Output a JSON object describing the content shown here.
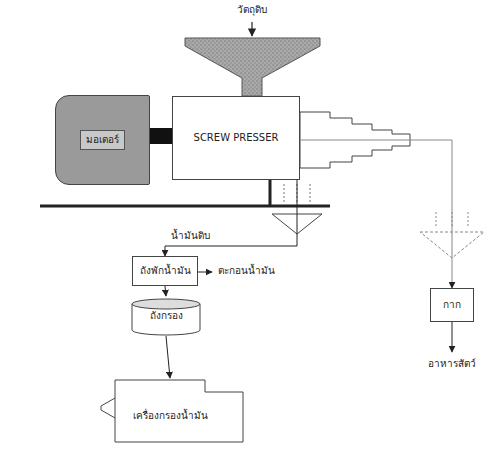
{
  "diagram": {
    "nodes": [
      {
        "text": [
          "มอเตอร์"
        ]
      },
      {
        "text": [
          "SCREW PRESSER"
        ]
      },
      {
        "text": [
          "ถังพักน้ำมัน"
        ]
      },
      {
        "text": [
          "ถังกรอง"
        ]
      },
      {
        "text": [
          "เครื่องกรองน้ำมัน"
        ]
      },
      {
        "text": [
          "กาก"
        ]
      }
    ],
    "edges": [
      {
        "from": 1,
        "to": 2,
        "label": "น้ำมันดิบ",
        "arrow": "to"
      },
      {
        "from": 2,
        "to": 3,
        "arrow": "to"
      },
      {
        "from": 3,
        "to": 4,
        "arrow": "to"
      },
      {
        "from": 1,
        "to": 5,
        "arrow": "to"
      }
    ],
    "labels": [
      "วัตถุดิบ",
      "ตะกอนน้ำมัน",
      "อาหารสัตว์"
    ]
  }
}
